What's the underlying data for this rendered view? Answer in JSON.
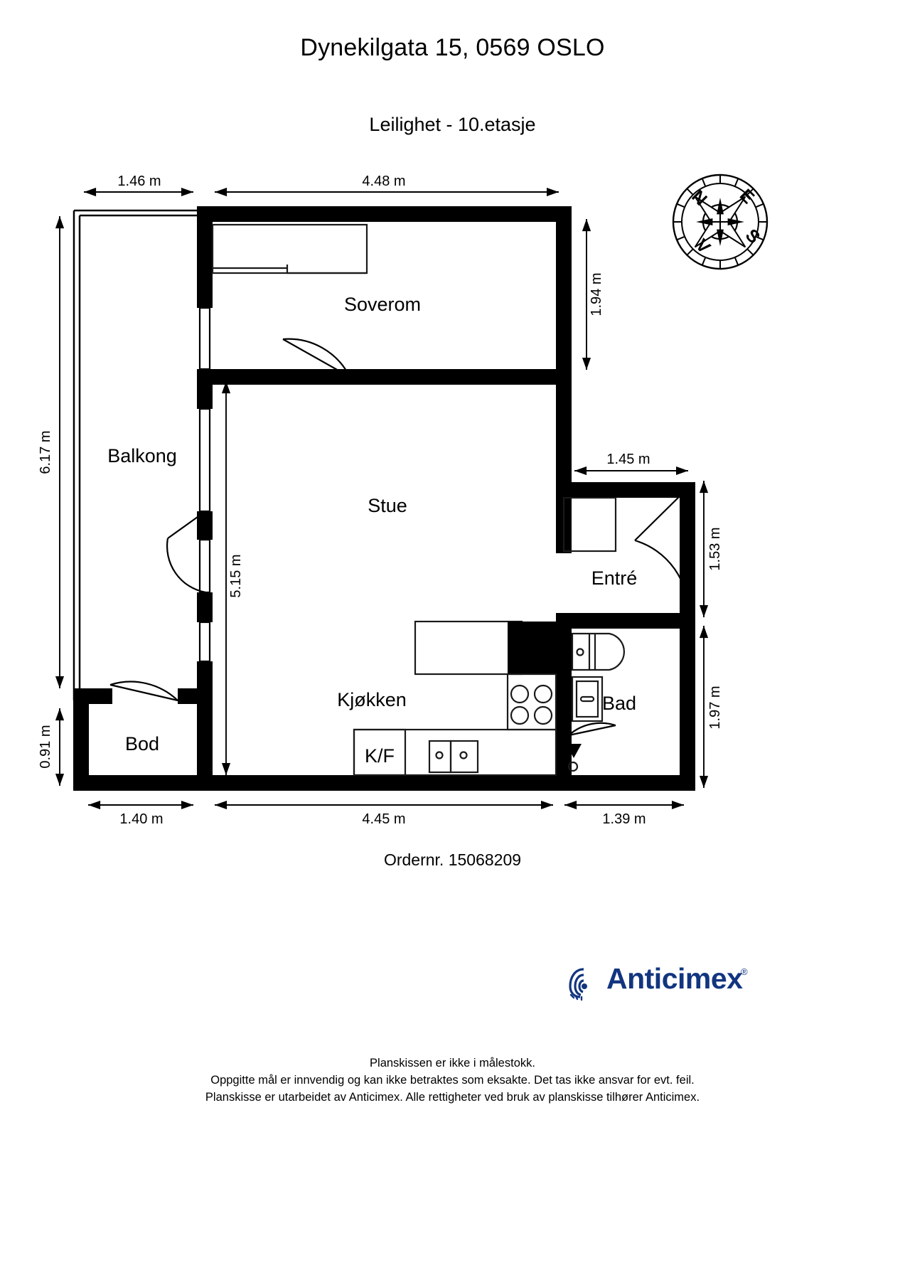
{
  "header": {
    "address": "Dynekilgata 15, 0569 OSLO",
    "subtitle": "Leilighet  - 10.etasje"
  },
  "order": {
    "label": "Ordernr. 15068209"
  },
  "rooms": [
    {
      "name": "Soverom"
    },
    {
      "name": "Balkong"
    },
    {
      "name": "Stue"
    },
    {
      "name": "Entré"
    },
    {
      "name": "Bad"
    },
    {
      "name": "Kjøkken"
    },
    {
      "name": "Bod"
    },
    {
      "name": "K/F"
    }
  ],
  "room_labels": {
    "soverom": "Soverom",
    "balkong": "Balkong",
    "stue": "Stue",
    "entre": "Entré",
    "bad": "Bad",
    "kjokken": "Kjøkken",
    "bod": "Bod",
    "kf": "K/F"
  },
  "dimensions": {
    "top_left": "1.46 m",
    "top_right": "4.48 m",
    "left_outer": "6.17 m",
    "left_lower": "0.91 m",
    "inner_vertical": "5.15 m",
    "right_upper": "1.94 m",
    "right_entre": "1.45 m",
    "right_mid": "1.53 m",
    "right_lower": "1.97 m",
    "bottom_left": "1.40 m",
    "bottom_center": "4.45 m",
    "bottom_right": "1.39 m"
  },
  "compass": {
    "north": "N",
    "east": "E",
    "south": "S",
    "west": "V"
  },
  "logo": {
    "text": "Anticimex",
    "registered": "®",
    "color": "#12357f"
  },
  "disclaimer": {
    "line1": "Planskissen er ikke i målestokk.",
    "line2": "Oppgitte mål er innvendig og kan ikke betraktes som eksakte. Det tas ikke ansvar for evt. feil.",
    "line3": "Planskisse er utarbeidet av Anticimex. Alle rettigheter ved bruk av planskisse tilhører Anticimex."
  },
  "colors": {
    "wall": "#000000",
    "fixture_stroke": "#1a1a1a",
    "background": "#ffffff",
    "brand": "#12357f"
  }
}
